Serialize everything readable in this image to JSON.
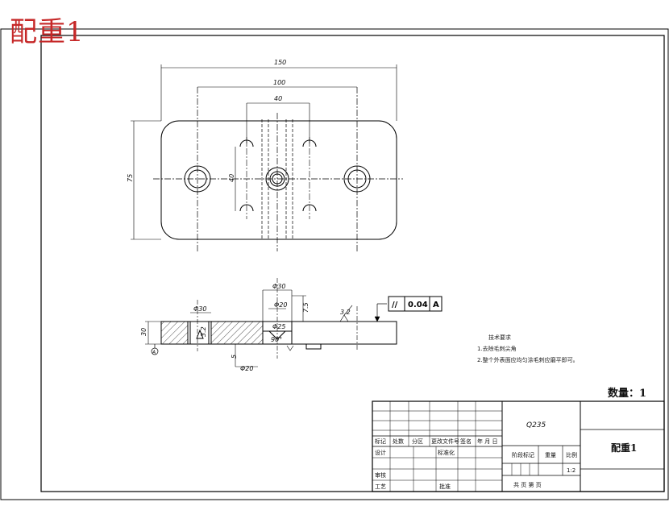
{
  "title": "配重1",
  "quantity": "数量：1",
  "tech_requirements": {
    "heading": "技术要求",
    "items": [
      "1.去除毛刺尖角",
      "2.整个外表面应均匀涂毛刺应磨平即可。"
    ]
  },
  "dimensions": {
    "width_150": "150",
    "width_100": "100",
    "width_40": "40",
    "height_75": "75",
    "height_40": "40",
    "dia_30_top": "Φ30",
    "dia_30_left": "Φ30",
    "dia_20_top": "Φ20",
    "dia_20_bottom": "Φ20",
    "dia_25": "Φ25",
    "depth_7_5": "7.5",
    "thickness_30": "30",
    "depth_5": "5",
    "roughness_3_2": "3.2",
    "roughness_3_2b": "3.2",
    "chamfer_90": "90°",
    "datum_a": "A"
  },
  "tolerance_frame": {
    "symbol": "//",
    "value": "0.04",
    "datum": "A"
  },
  "title_block": {
    "material": "Q235",
    "part_name": "配重1",
    "scale": "1:2",
    "header_row": [
      "标记",
      "处数",
      "分区",
      "更改文件号",
      "签名",
      "年 月 日"
    ],
    "designer_label": "设计",
    "standardize_label": "标准化",
    "review_label": "审核",
    "process_label": "工艺",
    "approve_label": "批准",
    "stage_mark_label": "阶段标记",
    "weight_label": "重量",
    "scale_label": "比例",
    "sheet_info": "共  页  第  页"
  }
}
